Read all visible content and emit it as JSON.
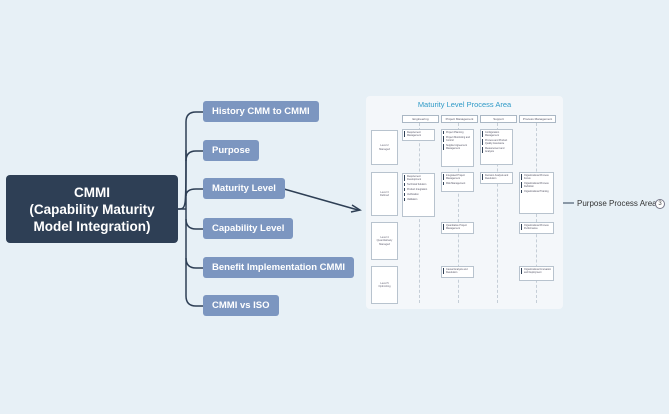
{
  "root": {
    "line1": "CMMI",
    "line2": "(Capability Maturity",
    "line3": "Model Integration)"
  },
  "branches": [
    {
      "label": "History CMM to CMMI"
    },
    {
      "label": "Purpose"
    },
    {
      "label": "Maturity Level"
    },
    {
      "label": "Capability Level"
    },
    {
      "label": "Benefit Implementation CMMI"
    },
    {
      "label": "CMMI vs ISO"
    }
  ],
  "attached_image": {
    "title": "Maturity Level Process Area",
    "columns": [
      "Engineering",
      "Project Management",
      "Support",
      "Process Management"
    ],
    "levels": [
      "Level 2\nManaged",
      "Level 3\nDefined",
      "Level 4\nQuantitatively\nManaged",
      "Level 5\nOptimizing"
    ],
    "areas": {
      "eng_l2": [
        "Requirement Management"
      ],
      "eng_l3": [
        "Requirement Development",
        "Technical Solution",
        "Product Integration",
        "Verification",
        "Validation"
      ],
      "pm_l2": [
        "Project Planning",
        "Project Monitoring and Control",
        "Supplier Agreement Management"
      ],
      "pm_l3": [
        "Integrated Project Management",
        "Risk Management"
      ],
      "pm_l4": [
        "Quantitative Project Management"
      ],
      "pm_l5": [
        "Causal Analysis and Resolution"
      ],
      "sup_l2": [
        "Configuration Management",
        "Process and Product Quality Assurance",
        "Measurement and Analysis"
      ],
      "sup_l3": [
        "Decision Analysis and Resolution"
      ],
      "proc_l3": [
        "Organizational Process Focus",
        "Organizational Process Definition",
        "Organizational Training"
      ],
      "proc_l4": [
        "Organizational Process Performance"
      ],
      "proc_l5": [
        "Organizational Innovation and Deployment"
      ]
    }
  },
  "subtopic": {
    "label": "Purpose Process Area",
    "badge": "3"
  },
  "colors": {
    "root": "#2e3f55",
    "branch": "#7c96c0",
    "background": "#e7f0f6",
    "title": "#2f9ac7"
  }
}
